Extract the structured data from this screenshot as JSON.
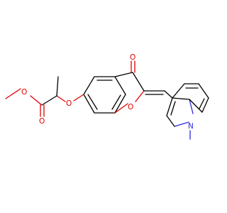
{
  "molecule": {
    "atoms": {
      "o_carbonyl_ring": {
        "symbol": "O",
        "color": "#e00000"
      },
      "o_furan": {
        "symbol": "O",
        "color": "#e00000"
      },
      "o_ether": {
        "symbol": "O",
        "color": "#e00000"
      },
      "o_ester_single": {
        "symbol": "O",
        "color": "#e00000"
      },
      "o_ester_double": {
        "symbol": "O",
        "color": "#e00000"
      },
      "n_indole": {
        "symbol": "N",
        "color": "#2a2ae0"
      }
    },
    "colors": {
      "bond": "#000000",
      "oxygen": "#e00000",
      "nitrogen": "#2a2ae0",
      "background": "#ffffff"
    }
  }
}
